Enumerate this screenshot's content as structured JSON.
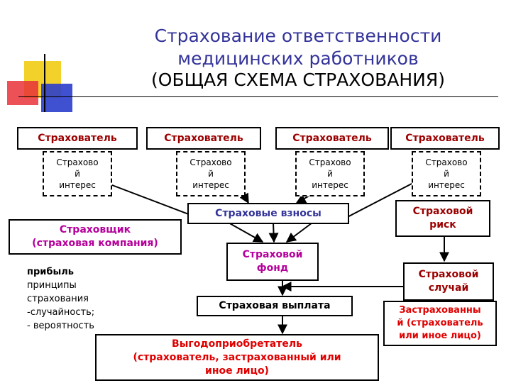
{
  "title": {
    "line1": "Страхование ответственности",
    "line2": "медицинских работников",
    "line3": "(ОБЩАЯ СХЕМА СТРАХОВАНИЯ)"
  },
  "insurers": [
    {
      "label": "Страхователь",
      "interest": [
        "Страхово",
        "й",
        "интерес"
      ]
    },
    {
      "label": "Страхователь",
      "interest": [
        "Страхово",
        "й",
        "интерес"
      ]
    },
    {
      "label": "Страхователь",
      "interest": [
        "Страхово",
        "й",
        "интерес"
      ]
    },
    {
      "label": "Страхователь",
      "interest": [
        "Страхово",
        "й",
        "интерес"
      ]
    }
  ],
  "premiums": "Страховые взносы",
  "insurer_company": {
    "line1": "Страховщик",
    "line2": "(страховая компания)"
  },
  "risk": {
    "line1": "Страховой",
    "line2": "риск"
  },
  "fund": {
    "line1": "Страховой",
    "line2": "фонд"
  },
  "event": {
    "line1": "Страховой",
    "line2": "случай"
  },
  "insured": {
    "line1": "Застрахованны",
    "line2": "й (страхователь",
    "line3": "или иное лицо)"
  },
  "payout": "Страховая выплата",
  "beneficiary": {
    "line1": "Выгодоприобретатель",
    "line2": "(страхователь, застрахованный или",
    "line3": "иное лицо)"
  },
  "notes": {
    "line1": "прибыль",
    "line2": "принципы",
    "line3": "страхования",
    "line4": "-случайность;",
    "line5": "- вероятность"
  },
  "colors": {
    "title": "#33339a",
    "dark_red": "#9b0000",
    "magenta": "#b5009b",
    "red": "#e00000",
    "deco_yellow": "#f2d22a",
    "deco_red": "#e8333a",
    "deco_blue": "#2a3dcc"
  }
}
